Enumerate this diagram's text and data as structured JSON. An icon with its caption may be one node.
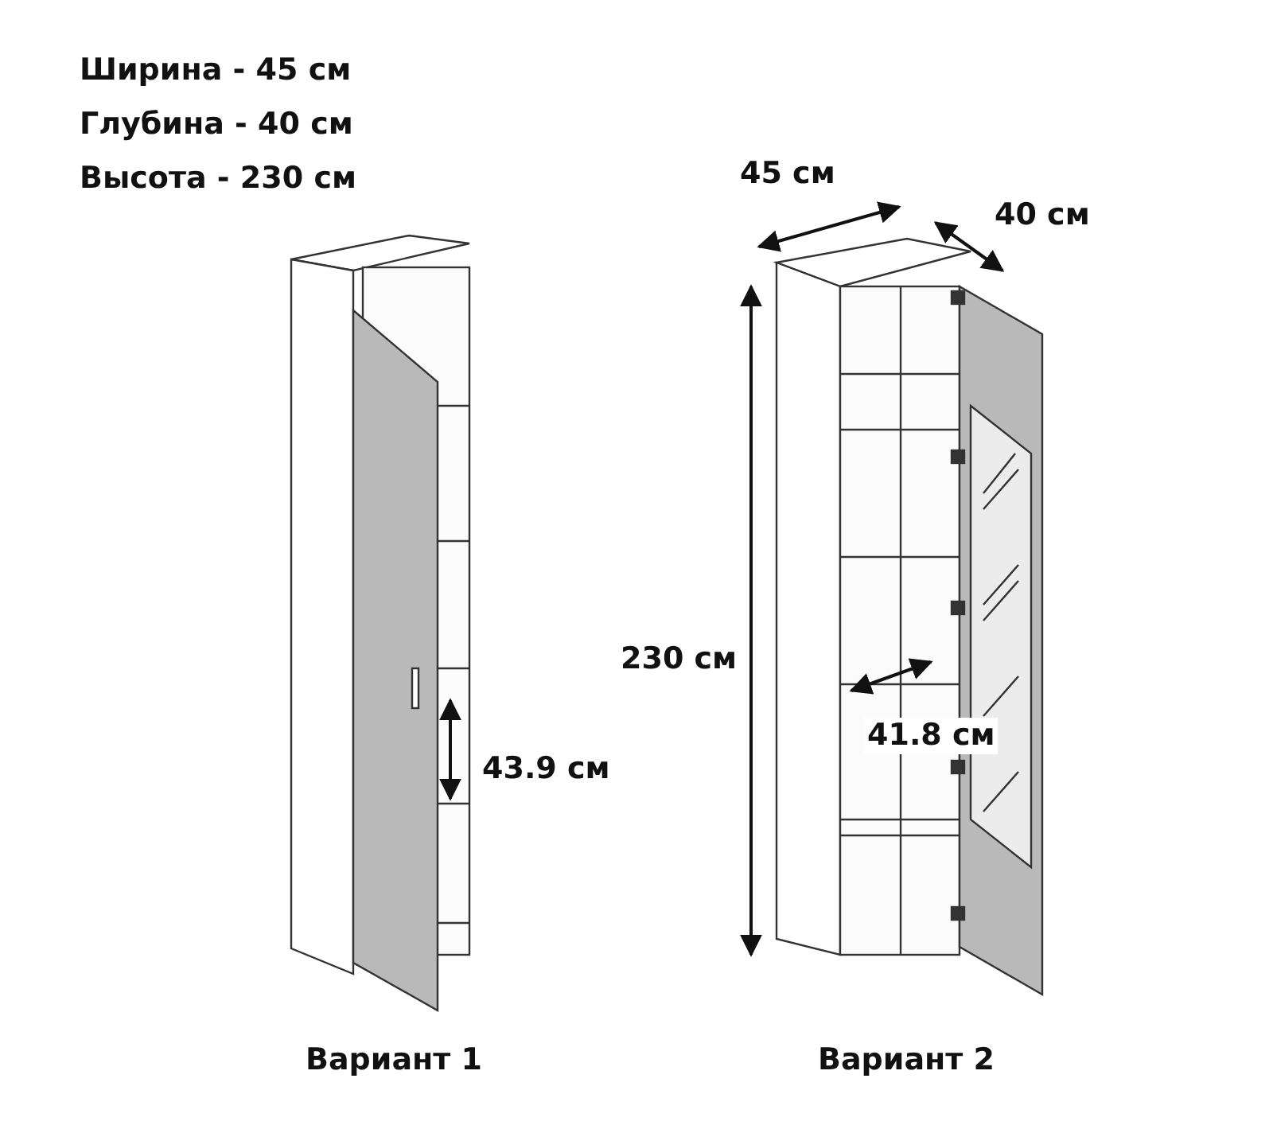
{
  "diagram": {
    "labels": [
      "Ширина - 45 см",
      "Глубина - 40 см",
      "Высота - 230 см",
      "45 см",
      "40 см",
      "230 см",
      "41.8 см",
      "43.9 см",
      "Вариант 1",
      "Вариант 2"
    ]
  }
}
